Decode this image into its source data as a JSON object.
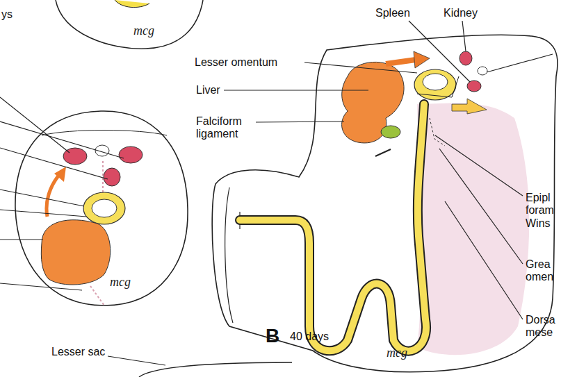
{
  "diagram": {
    "labels": [
      "ys",
      "mcg",
      "Spleen",
      "Kidney",
      "Lesser omentum",
      "Liver",
      "Falciform ligament",
      "mcg",
      "B",
      "40 days",
      "Epipl foram Wins",
      "Grea omen",
      "Dorsa mese",
      "mcg",
      "Lesser sac"
    ]
  }
}
